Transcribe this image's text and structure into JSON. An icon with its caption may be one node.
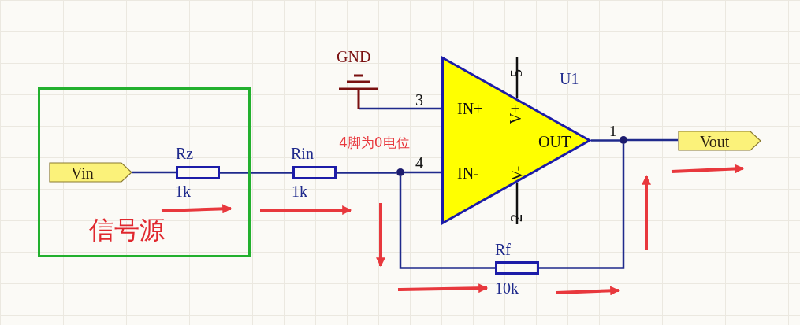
{
  "diagram": {
    "nodes": [
      {
        "text": [
          "信号源"
        ]
      },
      {
        "text": [
          "Vin"
        ],
        "in": 0
      },
      {
        "text": [],
        "shape": "box",
        "in": 0,
        "beside": [
          "Rz",
          "1k"
        ]
      },
      {
        "text": [],
        "shape": "box",
        "beside": [
          "Rin",
          "1k"
        ]
      },
      {
        "text": [],
        "shape": "circle"
      },
      {
        "text": [],
        "shape": "ground",
        "beside": [
          "GND"
        ]
      },
      {
        "text": [
          "IN+",
          "V+",
          "OUT",
          "IN-",
          "V-"
        ],
        "beside": [
          "U1",
          "3",
          "5",
          "4",
          "2"
        ]
      },
      {
        "text": [],
        "shape": "circle"
      },
      {
        "text": [],
        "shape": "box",
        "beside": [
          "Rf",
          "10k"
        ]
      },
      {
        "text": [
          "Vout"
        ]
      }
    ],
    "edges": [
      {
        "from": 1,
        "to": 2,
        "arrow": "none"
      },
      {
        "from": 2,
        "to": 3,
        "arrow": "none"
      },
      {
        "from": 3,
        "to": 4,
        "arrow": "none"
      },
      {
        "from": 4,
        "to": 6,
        "arrow": "none"
      },
      {
        "from": 5,
        "to": 6,
        "arrow": "none"
      },
      {
        "from": 6,
        "to": 7,
        "arrow": "none"
      },
      {
        "from": 7,
        "to": 9,
        "arrow": "none"
      },
      {
        "from": 4,
        "to": 8,
        "arrow": "none"
      },
      {
        "from": 8,
        "to": 7,
        "arrow": "none"
      }
    ],
    "labels": [
      "1",
      "4脚为0电位"
    ]
  }
}
